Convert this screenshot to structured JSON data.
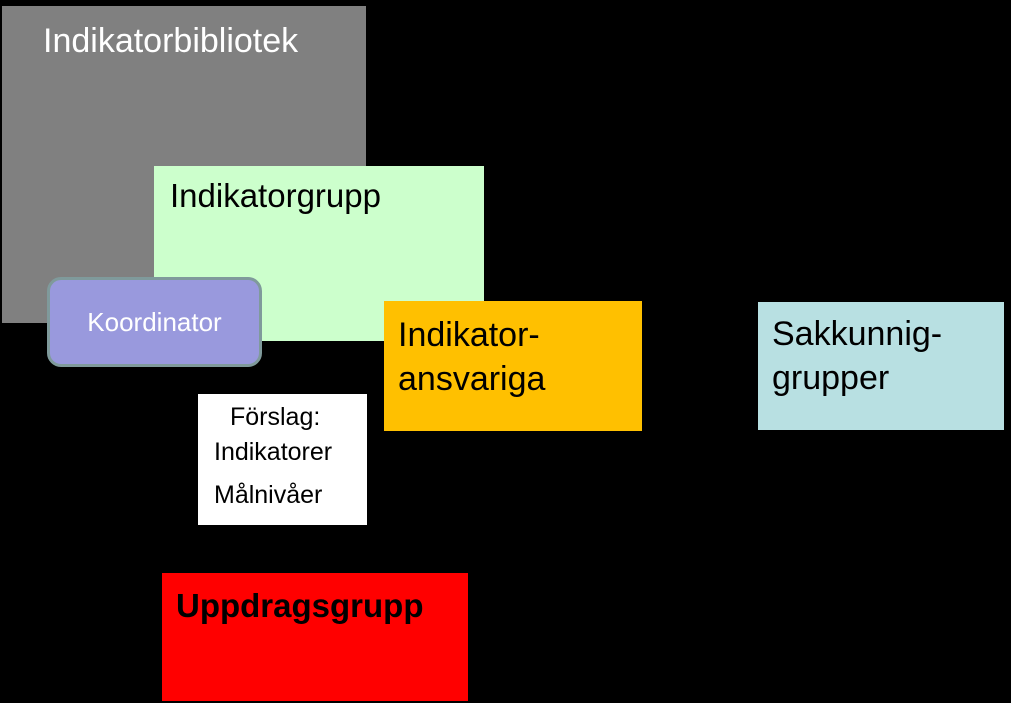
{
  "colors": {
    "background": "#000000",
    "indikatorbibliotek": "#808080",
    "indikatorgrupp": "#ccffcc",
    "koordinator": "#9999dd",
    "indikatoransvariga": "#ffc000",
    "sakkunniggrupper": "#b8e0e2",
    "forslag": "#ffffff",
    "uppdragsgrupp": "#ff0000"
  },
  "diagram": {
    "indikatorbibliotek": {
      "label": "Indikatorbibliotek"
    },
    "indikatorgrupp": {
      "label": "Indikatorgrupp"
    },
    "koordinator": {
      "label": "Koordinator"
    },
    "indikatoransvariga": {
      "line1": "Indikator-",
      "line2": "ansvariga"
    },
    "sakkunniggrupper": {
      "line1": "Sakkunnig-",
      "line2": "grupper"
    },
    "forslag": {
      "title": "Förslag:",
      "items": [
        "Indikatorer",
        "Målnivåer"
      ]
    },
    "uppdragsgrupp": {
      "label": "Uppdragsgrupp"
    }
  }
}
